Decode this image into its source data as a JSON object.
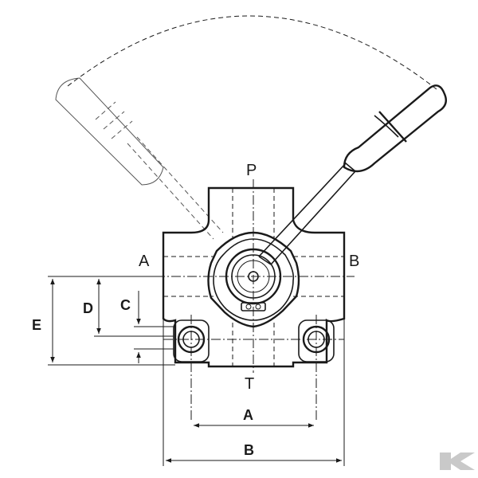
{
  "ports": {
    "p": "P",
    "a": "A",
    "b": "B",
    "t": "T"
  },
  "dimensions": {
    "a": "A",
    "b": "B",
    "c": "C",
    "d": "D",
    "e": "E"
  },
  "colors": {
    "line": "#1a1a1a",
    "ghost": "#555555",
    "watermark": "#c9c9c9"
  },
  "icons": {
    "watermark": "brand-k-logo-icon"
  }
}
